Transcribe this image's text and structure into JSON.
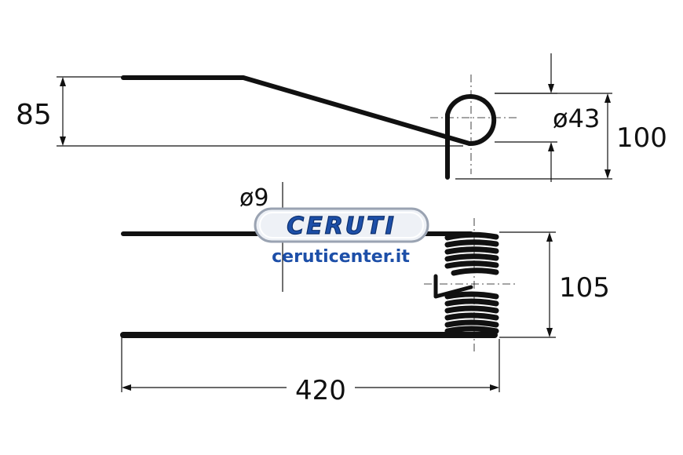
{
  "dimensions": {
    "height_top": "85",
    "hole_diameter": "ø43",
    "eye_height": "100",
    "wire_diameter": "ø9",
    "coil_height": "105",
    "total_length": "420"
  },
  "logo": {
    "brand": "CERUTI",
    "website": "ceruticenter.it",
    "brand_color": "#1d4fa8"
  }
}
